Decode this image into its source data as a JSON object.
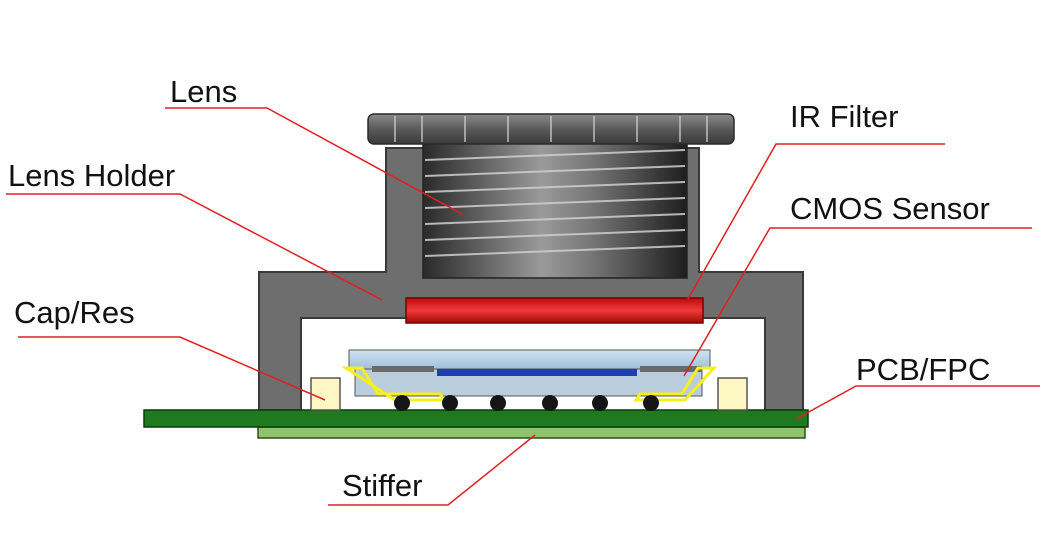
{
  "labels": {
    "lens": "Lens",
    "lens_holder": "Lens Holder",
    "cap_res": "Cap/Res",
    "ir_filter": "IR Filter",
    "cmos_sensor": "CMOS Sensor",
    "pcb_fpc": "PCB/FPC",
    "stiffer": "Stiffer"
  },
  "colors": {
    "leader_line": "#e02020",
    "holder": "#6e6e6e",
    "ir_filter": "#d81818",
    "pcb": "#1f7a1f",
    "stiffener": "#8fc46a",
    "sensor_die": "#1f3fb0",
    "capacitor": "#fdf7c4",
    "wire_bond": "#f5ef1a"
  }
}
